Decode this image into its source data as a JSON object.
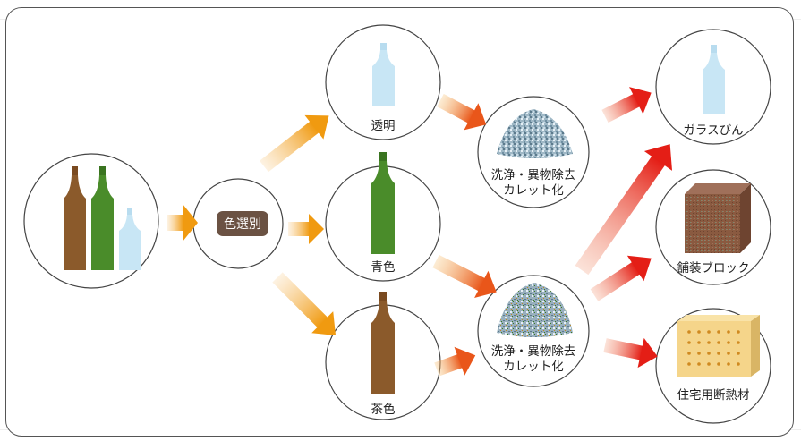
{
  "nodes": {
    "sort": "色選別",
    "clear": "透明",
    "green": "青色",
    "brown": "茶色",
    "process_top_line1": "洗浄・異物除去",
    "process_top_line2": "カレット化",
    "process_bottom_line1": "洗浄・異物除去",
    "process_bottom_line2": "カレット化",
    "out_bottle": "ガラスびん",
    "out_block": "舗装ブロック",
    "out_insulation": "住宅用断熱材"
  },
  "colors": {
    "clear_glass": "#c8e6f5",
    "green_glass": "#4a8c2a",
    "brown_glass": "#8b5a2b",
    "pill": "#6b5243",
    "arrow_orange": "#f0a020",
    "arrow_red": "#e0201a",
    "block_brown": "#8a5a40",
    "insulation": "#f5d58a"
  }
}
